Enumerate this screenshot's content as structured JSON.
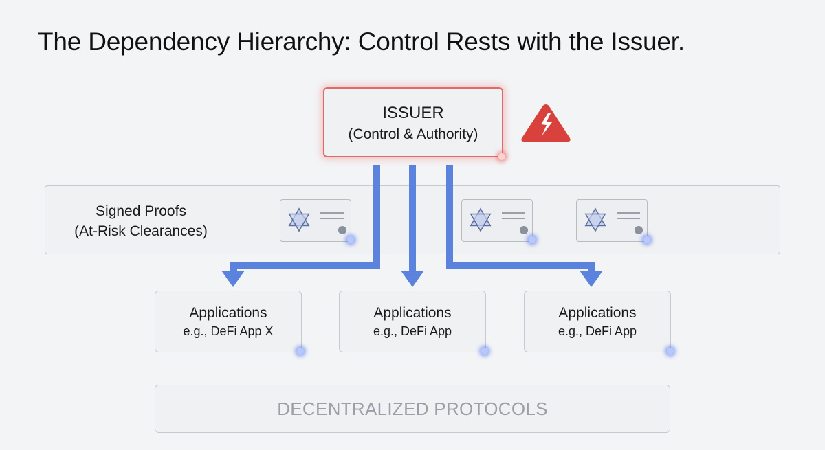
{
  "title": "The Dependency Hierarchy: Control Rests with the Issuer.",
  "issuer": {
    "label": "ISSUER",
    "sublabel": "(Control & Authority)",
    "warning_icon": "lightning-warning-icon",
    "border_color": "#e06a66"
  },
  "signed_proofs": {
    "label": "Signed Proofs",
    "sublabel": "(At-Risk Clearances)",
    "card_icon": "star-of-david-icon",
    "card_count": 3
  },
  "applications": [
    {
      "title": "Applications",
      "example": "e.g., DeFi App X"
    },
    {
      "title": "Applications",
      "example": "e.g., DeFi App"
    },
    {
      "title": "Applications",
      "example": "e.g., DeFi App"
    }
  ],
  "protocols": {
    "label": "DECENTRALIZED PROTOCOLS"
  },
  "colors": {
    "arrow": "#5b82dc",
    "warning": "#d9423c",
    "glow_blue": "#4a6ef0"
  }
}
